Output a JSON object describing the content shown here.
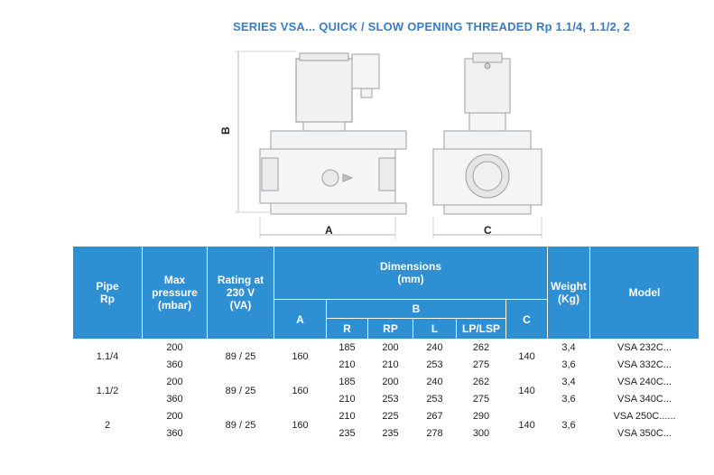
{
  "title": "SERIES VSA... QUICK / SLOW  OPENING THREADED   Rp 1.1/4, 1.1/2, 2",
  "drawing": {
    "label_a": "A",
    "label_b": "B",
    "label_c": "C"
  },
  "table": {
    "headers": {
      "pipe": "Pipe\nRp",
      "max_pressure": "Max\npressure\n(mbar)",
      "rating": "Rating at\n230 V\n(VA)",
      "dimensions": "Dimensions\n(mm)",
      "a": "A",
      "b": "B",
      "r": "R",
      "rp": "RP",
      "l": "L",
      "lp_lsp": "LP/LSP",
      "c": "C",
      "weight": "Weight\n(Kg)",
      "model": "Model"
    },
    "groups": [
      {
        "pipe": "1.1/4",
        "rating": "89 / 25",
        "a": "160",
        "c": "140",
        "rows": [
          {
            "pressure": "200",
            "r": "185",
            "rp": "200",
            "l": "240",
            "lp": "262",
            "weight": "3,4",
            "model": "VSA  232C..."
          },
          {
            "pressure": "360",
            "r": "210",
            "rp": "210",
            "l": "253",
            "lp": "275",
            "weight": "3,6",
            "model": "VSA  332C..."
          }
        ]
      },
      {
        "pipe": "1.1/2",
        "rating": "89 / 25",
        "a": "160",
        "c": "140",
        "rows": [
          {
            "pressure": "200",
            "r": "185",
            "rp": "200",
            "l": "240",
            "lp": "262",
            "weight": "3,4",
            "model": "VSA  240C..."
          },
          {
            "pressure": "360",
            "r": "210",
            "rp": "253",
            "l": "253",
            "lp": "275",
            "weight": "3,6",
            "model": "VSA  340C..."
          }
        ]
      },
      {
        "pipe": "2",
        "rating": "89 / 25",
        "a": "160",
        "c": "140",
        "rows": [
          {
            "pressure": "200",
            "r": "210",
            "rp": "225",
            "l": "267",
            "lp": "290",
            "weight": "3,6",
            "model": "VSA  250C......"
          },
          {
            "pressure": "360",
            "r": "235",
            "rp": "235",
            "l": "278",
            "lp": "300",
            "weight": "",
            "model": "VSA  350C..."
          }
        ]
      }
    ]
  },
  "colors": {
    "header_bg": "#2f8fd3",
    "title": "#3a7cc3"
  }
}
